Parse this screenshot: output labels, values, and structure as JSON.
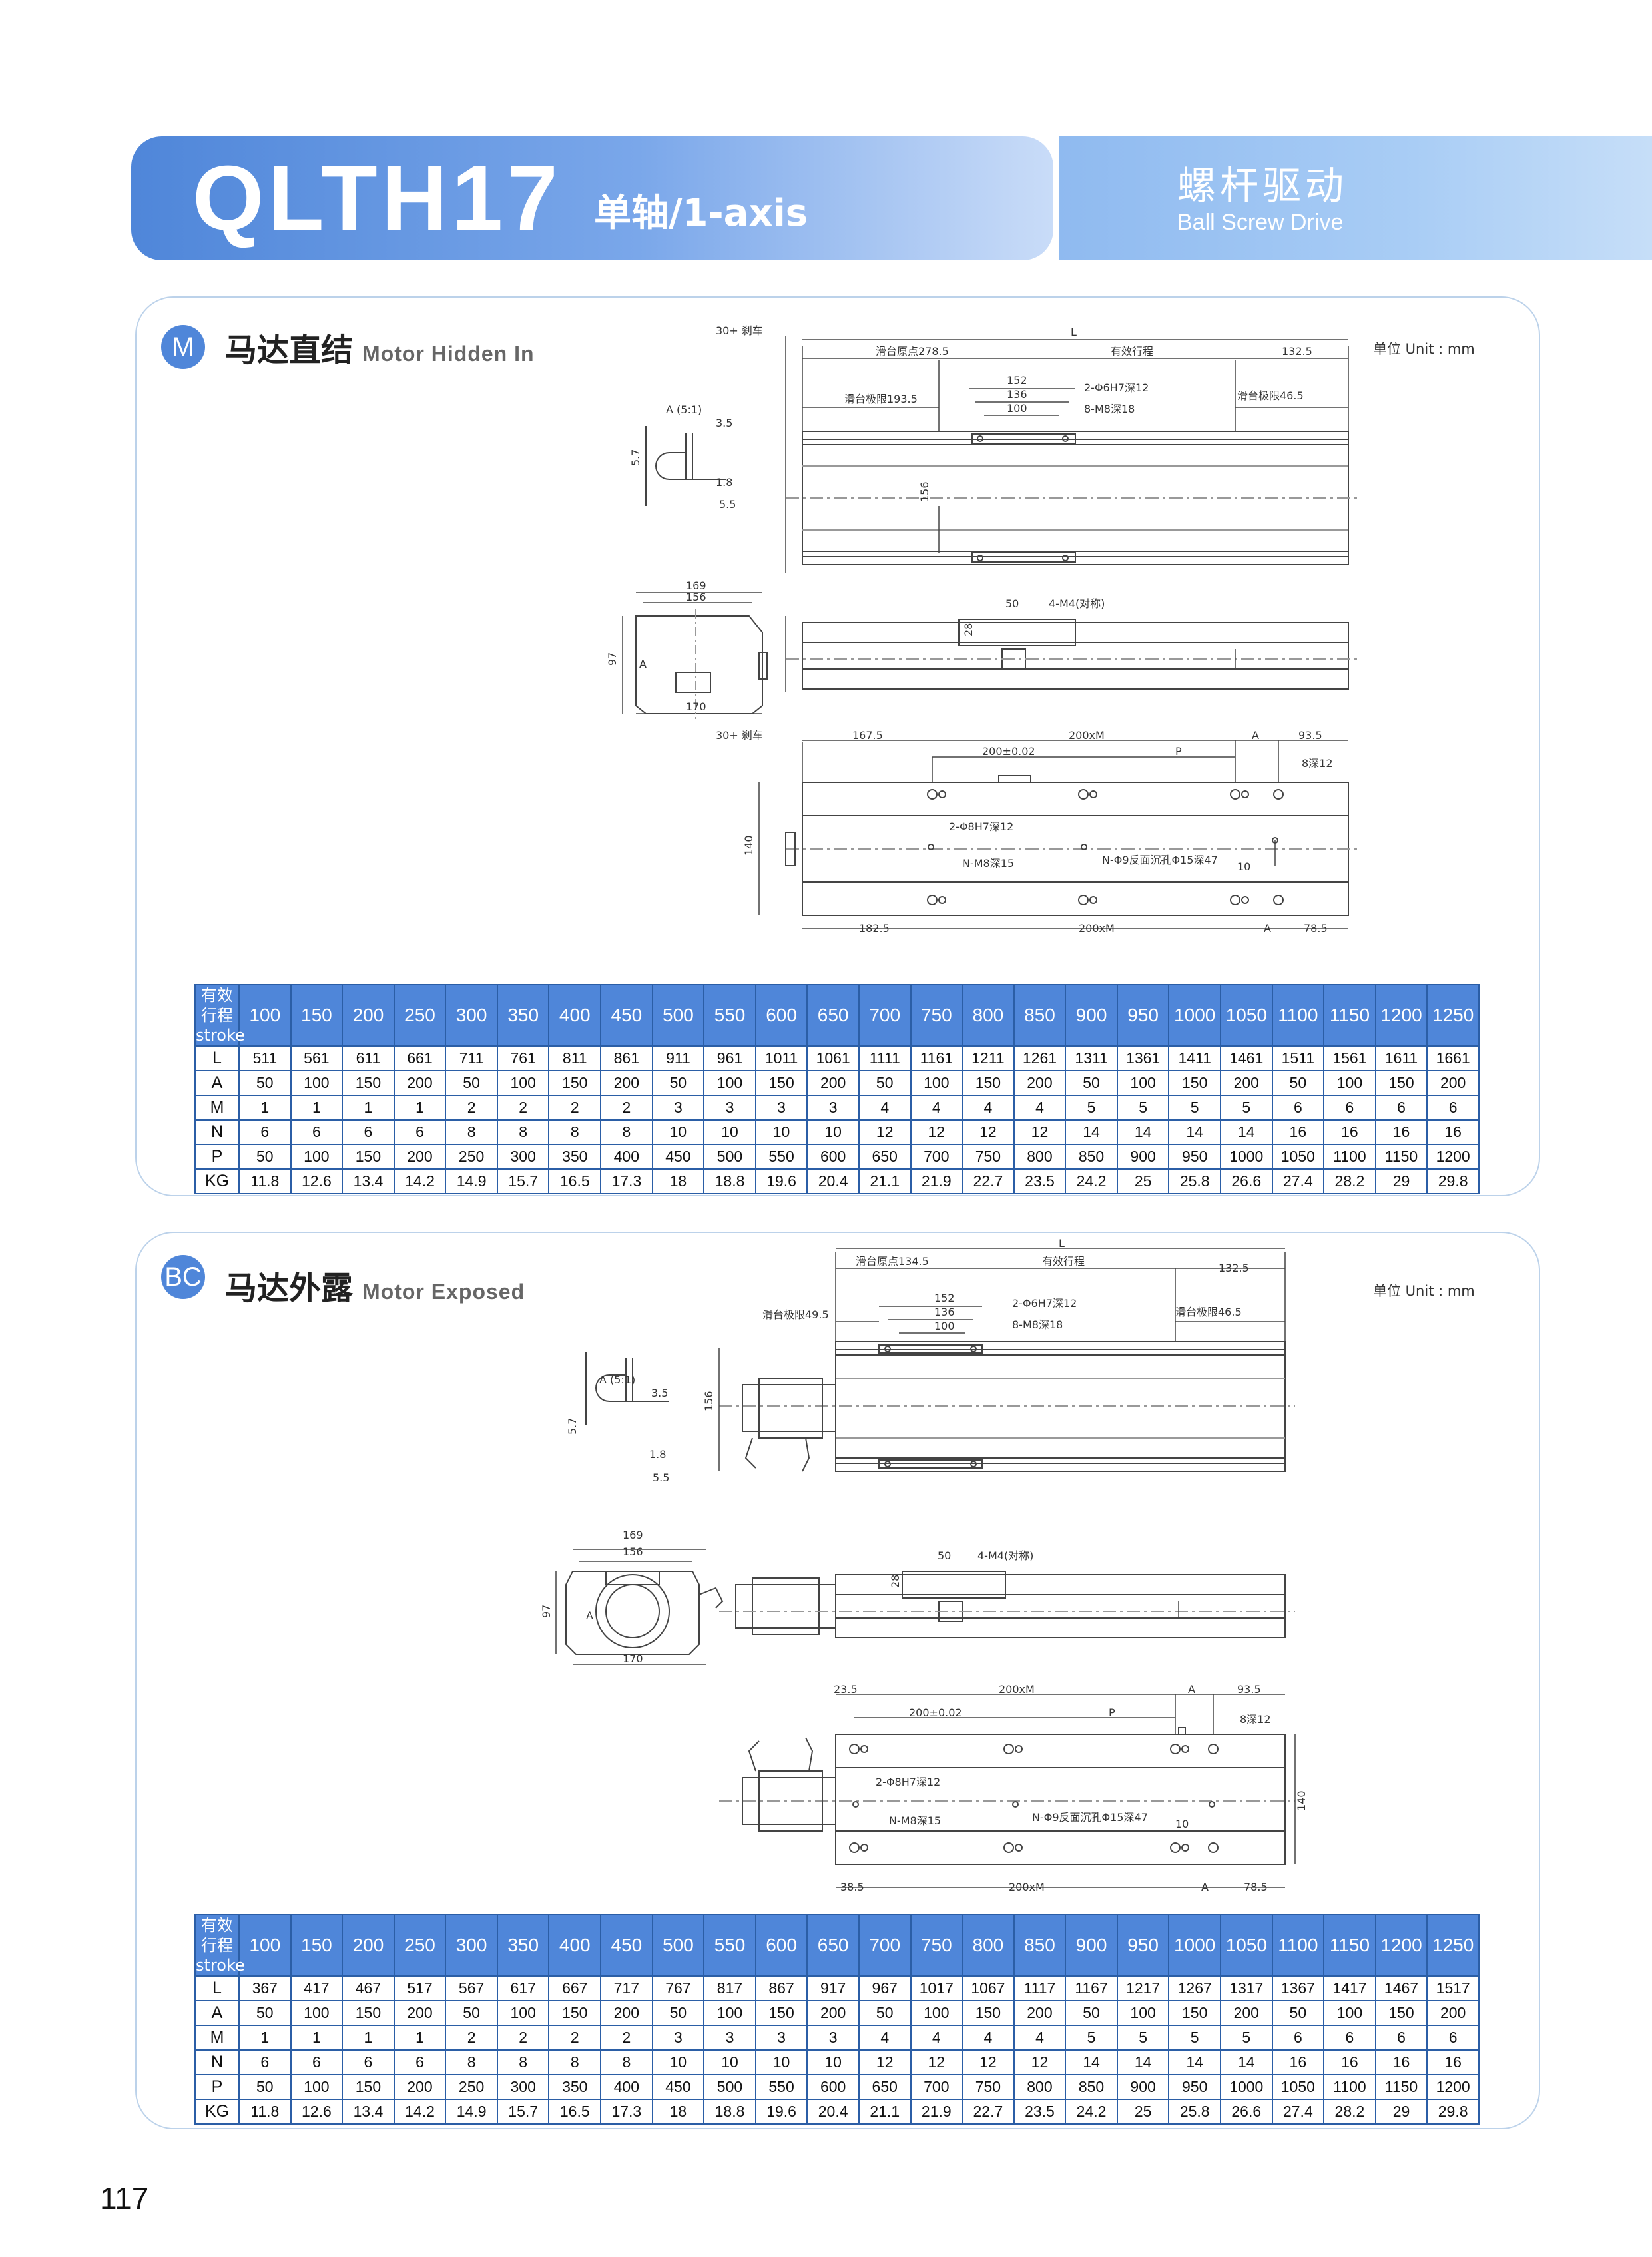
{
  "header": {
    "model": "QLTH17",
    "axis": "单轴/1-axis",
    "drive_cn": "螺杆驱动",
    "drive_en": "Ball Screw Drive"
  },
  "sections": [
    {
      "badge": "M",
      "title_cn": "马达直结",
      "title_en": "Motor Hidden In",
      "unit": "单位 Unit : mm",
      "dims": {
        "brake": "30+ 刹车",
        "L": "L",
        "origin": "滑台原点278.5",
        "stroke": "有效行程",
        "d132": "132.5",
        "limit_left": "滑台极限193.5",
        "limit_right": "滑台极限46.5",
        "d152": "152",
        "d136": "136",
        "d100": "100",
        "h6": "2-Φ6H7深12",
        "m8": "8-M8深18",
        "detail": "A (5:1)",
        "d35": "3.5",
        "d57": "5.7",
        "d18": "1.8",
        "d55": "5.5",
        "d156v": "156",
        "d169": "169",
        "d156": "156",
        "d97": "97",
        "d170": "170",
        "dA": "A",
        "d50": "50",
        "m4": "4-M4(对称)",
        "d28": "28",
        "d1675": "167.5",
        "d200m": "200xM",
        "d935": "93.5",
        "d200tol": "200±0.02",
        "dP": "P",
        "d8": "8深12",
        "h8": "2-Φ8H7深12",
        "d140": "140",
        "nm8": "N-M8深15",
        "n9": "N-Φ9反面沉孔Φ15深47",
        "d10": "10",
        "d1825": "182.5",
        "d200m2": "200xM",
        "dA2": "A",
        "d785": "78.5"
      },
      "table": {
        "head_label": [
          "有效行程",
          "stroke"
        ],
        "strokes": [
          "100",
          "150",
          "200",
          "250",
          "300",
          "350",
          "400",
          "450",
          "500",
          "550",
          "600",
          "650",
          "700",
          "750",
          "800",
          "850",
          "900",
          "950",
          "1000",
          "1050",
          "1100",
          "1150",
          "1200",
          "1250"
        ],
        "rows": [
          {
            "label": "L",
            "values": [
              "511",
              "561",
              "611",
              "661",
              "711",
              "761",
              "811",
              "861",
              "911",
              "961",
              "1011",
              "1061",
              "1111",
              "1161",
              "1211",
              "1261",
              "1311",
              "1361",
              "1411",
              "1461",
              "1511",
              "1561",
              "1611",
              "1661"
            ]
          },
          {
            "label": "A",
            "values": [
              "50",
              "100",
              "150",
              "200",
              "50",
              "100",
              "150",
              "200",
              "50",
              "100",
              "150",
              "200",
              "50",
              "100",
              "150",
              "200",
              "50",
              "100",
              "150",
              "200",
              "50",
              "100",
              "150",
              "200"
            ]
          },
          {
            "label": "M",
            "values": [
              "1",
              "1",
              "1",
              "1",
              "2",
              "2",
              "2",
              "2",
              "3",
              "3",
              "3",
              "3",
              "4",
              "4",
              "4",
              "4",
              "5",
              "5",
              "5",
              "5",
              "6",
              "6",
              "6",
              "6"
            ]
          },
          {
            "label": "N",
            "values": [
              "6",
              "6",
              "6",
              "6",
              "8",
              "8",
              "8",
              "8",
              "10",
              "10",
              "10",
              "10",
              "12",
              "12",
              "12",
              "12",
              "14",
              "14",
              "14",
              "14",
              "16",
              "16",
              "16",
              "16"
            ]
          },
          {
            "label": "P",
            "values": [
              "50",
              "100",
              "150",
              "200",
              "250",
              "300",
              "350",
              "400",
              "450",
              "500",
              "550",
              "600",
              "650",
              "700",
              "750",
              "800",
              "850",
              "900",
              "950",
              "1000",
              "1050",
              "1100",
              "1150",
              "1200"
            ]
          },
          {
            "label": "KG",
            "values": [
              "11.8",
              "12.6",
              "13.4",
              "14.2",
              "14.9",
              "15.7",
              "16.5",
              "17.3",
              "18",
              "18.8",
              "19.6",
              "20.4",
              "21.1",
              "21.9",
              "22.7",
              "23.5",
              "24.2",
              "25",
              "25.8",
              "26.6",
              "27.4",
              "28.2",
              "29",
              "29.8"
            ]
          }
        ]
      }
    },
    {
      "badge": "BC",
      "title_cn": "马达外露",
      "title_en": "Motor Exposed",
      "unit": "单位 Unit : mm",
      "dims": {
        "L": "L",
        "origin": "滑台原点134.5",
        "stroke": "有效行程",
        "d132": "132.5",
        "limit_left": "滑台极限49.5",
        "limit_right": "滑台极限46.5",
        "d152": "152",
        "d136": "136",
        "d100": "100",
        "h6": "2-Φ6H7深12",
        "m8": "8-M8深18",
        "detail": "A (5:1)",
        "d35": "3.5",
        "d57": "5.7",
        "d18": "1.8",
        "d55": "5.5",
        "d156v": "156",
        "d169": "169",
        "d156": "156",
        "d97": "97",
        "d170": "170",
        "dA": "A",
        "d50": "50",
        "m4": "4-M4(对称)",
        "d28": "28",
        "d235": "23.5",
        "d200m": "200xM",
        "dAt": "A",
        "d935": "93.5",
        "d200tol": "200±0.02",
        "dP": "P",
        "d8": "8深12",
        "h8": "2-Φ8H7深12",
        "d140": "140",
        "nm8": "N-M8深15",
        "n9": "N-Φ9反面沉孔Φ15深47",
        "d10": "10",
        "d385": "38.5",
        "d200m2": "200xM",
        "dA2": "A",
        "d785": "78.5"
      },
      "table": {
        "head_label": [
          "有效行程",
          "stroke"
        ],
        "strokes": [
          "100",
          "150",
          "200",
          "250",
          "300",
          "350",
          "400",
          "450",
          "500",
          "550",
          "600",
          "650",
          "700",
          "750",
          "800",
          "850",
          "900",
          "950",
          "1000",
          "1050",
          "1100",
          "1150",
          "1200",
          "1250"
        ],
        "rows": [
          {
            "label": "L",
            "values": [
              "367",
              "417",
              "467",
              "517",
              "567",
              "617",
              "667",
              "717",
              "767",
              "817",
              "867",
              "917",
              "967",
              "1017",
              "1067",
              "1117",
              "1167",
              "1217",
              "1267",
              "1317",
              "1367",
              "1417",
              "1467",
              "1517"
            ]
          },
          {
            "label": "A",
            "values": [
              "50",
              "100",
              "150",
              "200",
              "50",
              "100",
              "150",
              "200",
              "50",
              "100",
              "150",
              "200",
              "50",
              "100",
              "150",
              "200",
              "50",
              "100",
              "150",
              "200",
              "50",
              "100",
              "150",
              "200"
            ]
          },
          {
            "label": "M",
            "values": [
              "1",
              "1",
              "1",
              "1",
              "2",
              "2",
              "2",
              "2",
              "3",
              "3",
              "3",
              "3",
              "4",
              "4",
              "4",
              "4",
              "5",
              "5",
              "5",
              "5",
              "6",
              "6",
              "6",
              "6"
            ]
          },
          {
            "label": "N",
            "values": [
              "6",
              "6",
              "6",
              "6",
              "8",
              "8",
              "8",
              "8",
              "10",
              "10",
              "10",
              "10",
              "12",
              "12",
              "12",
              "12",
              "14",
              "14",
              "14",
              "14",
              "16",
              "16",
              "16",
              "16"
            ]
          },
          {
            "label": "P",
            "values": [
              "50",
              "100",
              "150",
              "200",
              "250",
              "300",
              "350",
              "400",
              "450",
              "500",
              "550",
              "600",
              "650",
              "700",
              "750",
              "800",
              "850",
              "900",
              "950",
              "1000",
              "1050",
              "1100",
              "1150",
              "1200"
            ]
          },
          {
            "label": "KG",
            "values": [
              "11.8",
              "12.6",
              "13.4",
              "14.2",
              "14.9",
              "15.7",
              "16.5",
              "17.3",
              "18",
              "18.8",
              "19.6",
              "20.4",
              "21.1",
              "21.9",
              "22.7",
              "23.5",
              "24.2",
              "25",
              "25.8",
              "26.6",
              "27.4",
              "28.2",
              "29",
              "29.8"
            ]
          }
        ]
      }
    }
  ],
  "page_number": "117"
}
